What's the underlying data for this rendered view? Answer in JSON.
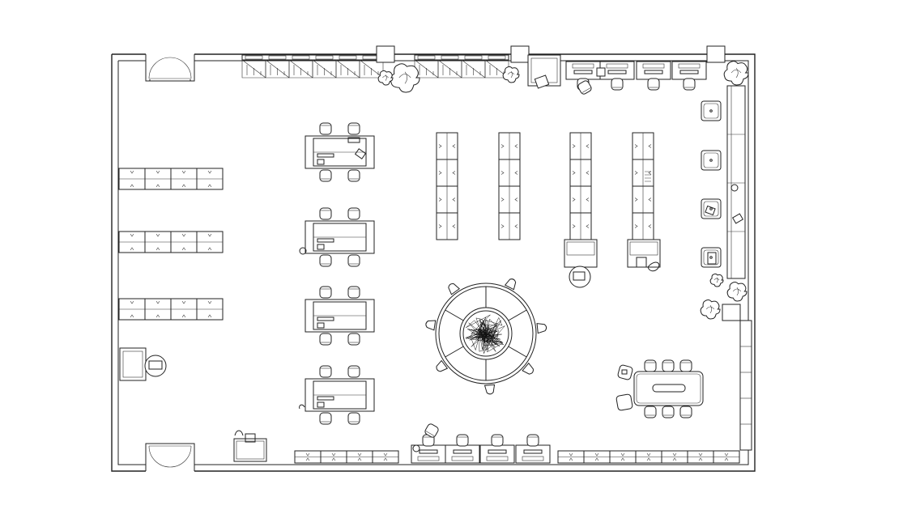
{
  "plan": {
    "name": "floor-plan",
    "background": "#ffffff",
    "line_color": "#222222",
    "elements": {
      "doors": [
        "top-left-double-door",
        "bottom-left-double-door"
      ],
      "shelving": [
        "left-wall-shelves",
        "center-shelf-rows",
        "top-wall-shelves",
        "right-wall-shelves",
        "bottom-wall-shelves"
      ],
      "tables": [
        "reading-table-1",
        "reading-table-2",
        "reading-table-3",
        "reading-table-4",
        "meeting-table"
      ],
      "features": [
        "round-planter-seating",
        "desk-workstations-top",
        "desk-workstations-bottom",
        "sinks-right-wall",
        "plants"
      ]
    }
  }
}
